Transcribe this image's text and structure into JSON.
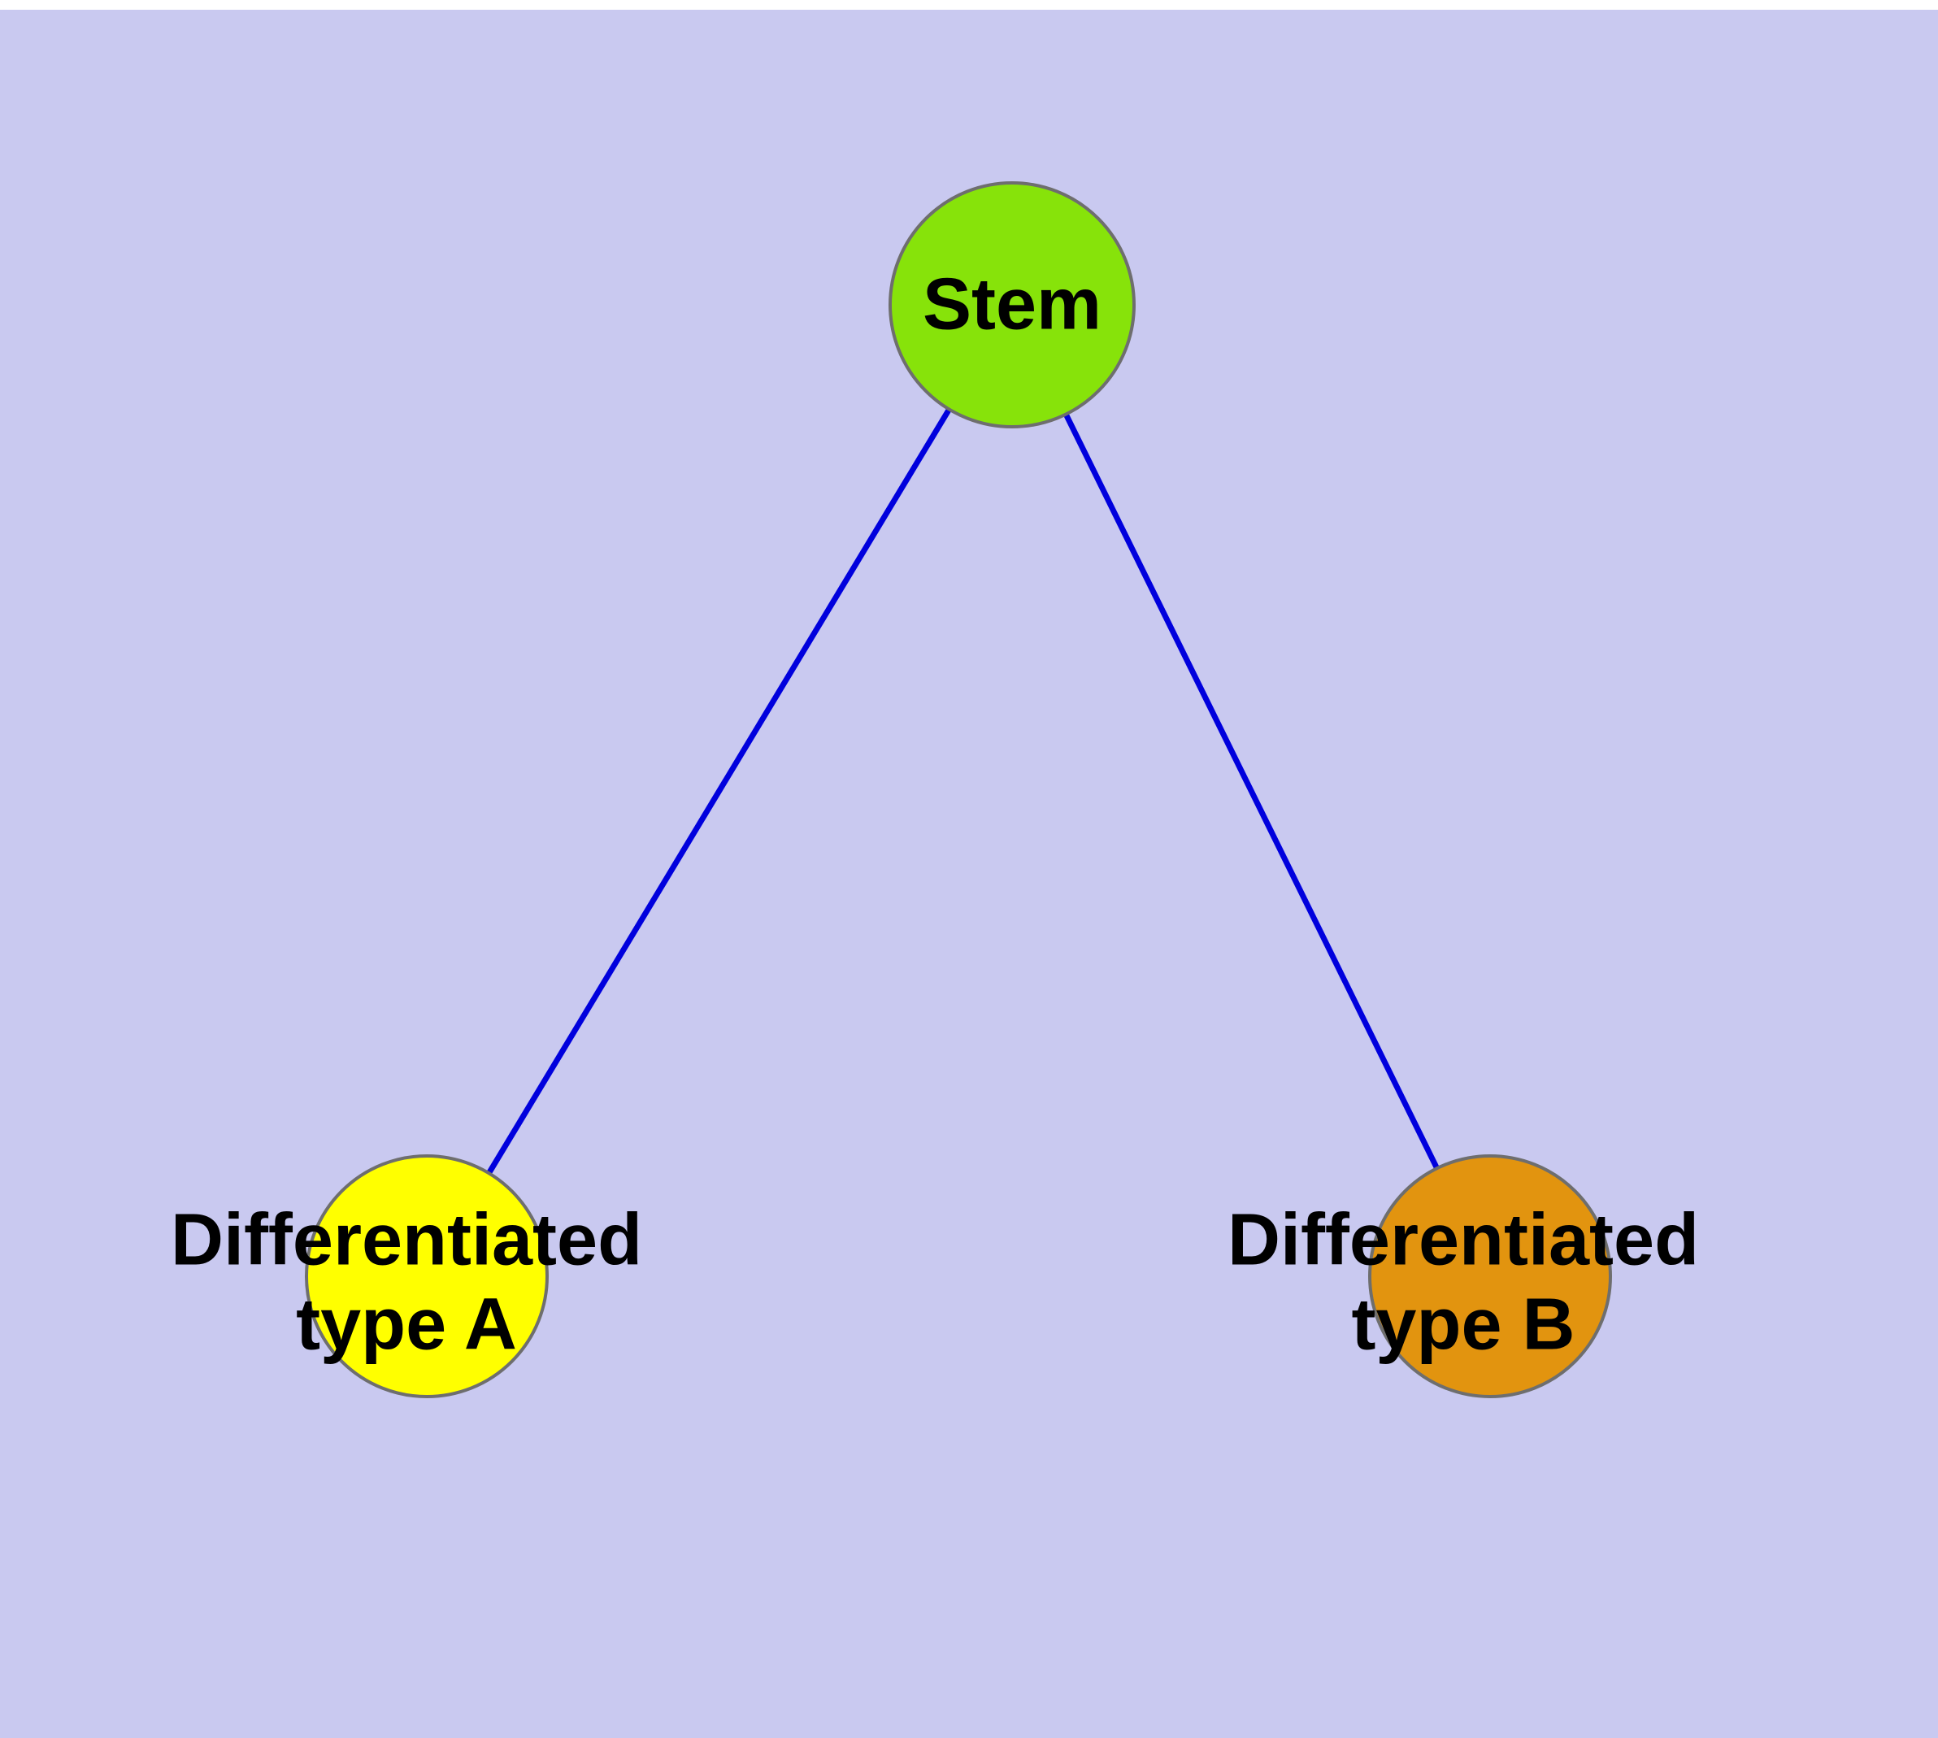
{
  "diagram": {
    "title": "Stem cell differentiation diagram",
    "colors": {
      "background": "#c9c9f0",
      "edge": "#0000dd",
      "node_border": "#6e6e6e"
    },
    "nodes": {
      "stem": {
        "label": "Stem",
        "color": "#87e30a"
      },
      "type_a": {
        "label": "Differentiated\ntype A",
        "color": "#ffff00"
      },
      "type_b": {
        "label": "Differentiated\ntype B",
        "color": "#e2940f"
      }
    },
    "edges": [
      {
        "from": "Stem",
        "to": "Differentiated type A"
      },
      {
        "from": "Stem",
        "to": "Differentiated type B"
      }
    ]
  }
}
